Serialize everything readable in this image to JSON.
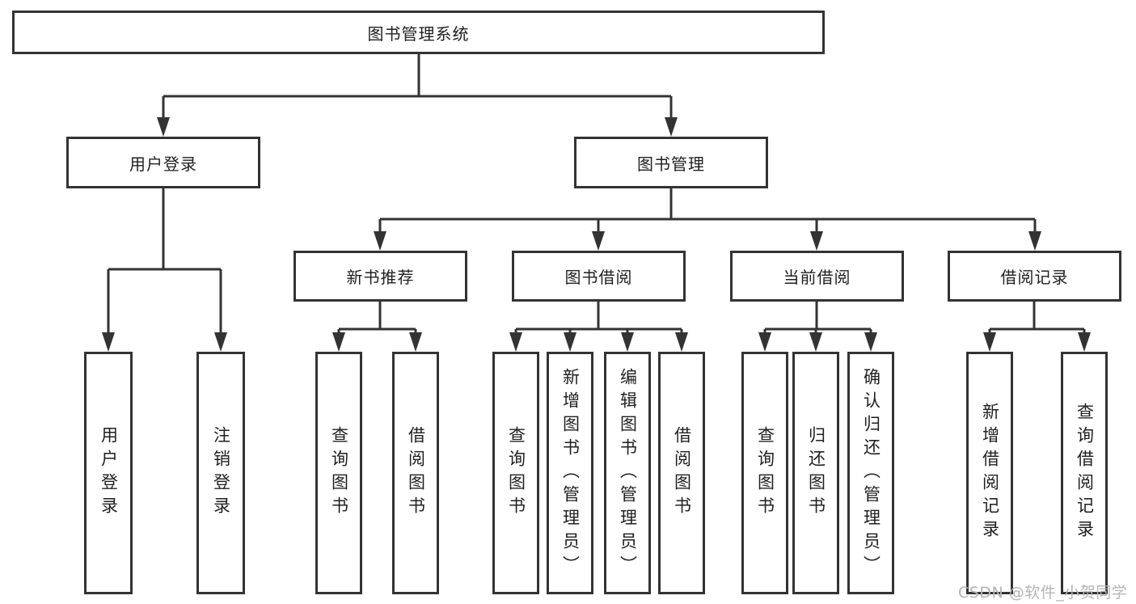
{
  "diagram": {
    "root": {
      "label": "图书管理系统"
    },
    "level2": [
      {
        "label": "用户登录"
      },
      {
        "label": "图书管理"
      }
    ],
    "level3": [
      {
        "label": "新书推荐"
      },
      {
        "label": "图书借阅"
      },
      {
        "label": "当前借阅"
      },
      {
        "label": "借阅记录"
      }
    ],
    "leaves": {
      "user_login": [
        "用户登录",
        "注销登录"
      ],
      "new_book": [
        "查询图书",
        "借阅图书"
      ],
      "book_borrow": [
        "查询图书",
        "新增图书（管理员）",
        "编辑图书（管理员）",
        "借阅图书"
      ],
      "current_borrow": [
        "查询图书",
        "归还图书",
        "确认归还（管理员）"
      ],
      "borrow_record": [
        "新增借阅记录",
        "查询借阅记录"
      ]
    },
    "watermark": "CSDN @软件_小贺同学",
    "colors": {
      "line": "#333333",
      "text": "#1f1f1f",
      "box_background": "#ffffff",
      "watermark": "#b5b5b5"
    }
  }
}
